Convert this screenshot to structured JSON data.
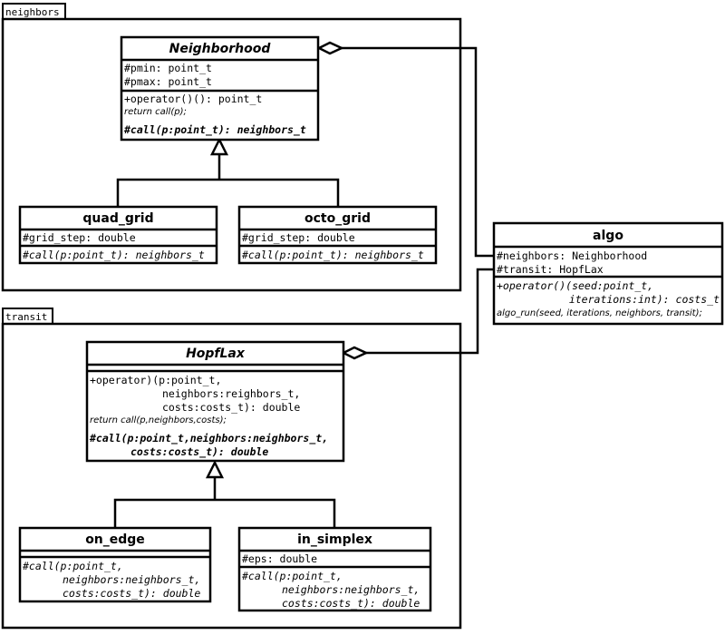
{
  "packages": {
    "neighbors": {
      "label": "neighbors"
    },
    "transit": {
      "label": "transit"
    }
  },
  "classes": {
    "neighborhood": {
      "name": "Neighborhood",
      "attributes": [
        "#pmin: point_t",
        "#pmax: point_t"
      ],
      "op1": "+operator()(): point_t",
      "op1_body": "return call(p);",
      "op2": "#call(p:point_t): neighbors_t"
    },
    "quad_grid": {
      "name": "quad_grid",
      "attribute": "#grid_step: double",
      "op": "#call(p:point_t): neighbors_t"
    },
    "octo_grid": {
      "name": "octo_grid",
      "attribute": "#grid_step: double",
      "op": "#call(p:point_t): neighbors_t"
    },
    "algo": {
      "name": "algo",
      "attributes": [
        "#neighbors: Neighborhood",
        "#transit: HopfLax"
      ],
      "op_lines": [
        "+operator()(seed:point_t,",
        "iterations:int): costs_t"
      ],
      "op_body": "algo_run(seed, iterations, neighbors, transit);"
    },
    "hopflax": {
      "name": "HopfLax",
      "op1_lines": [
        "+operator)(p:point_t,",
        "neighbors:reighbors_t,",
        "costs:costs_t): double"
      ],
      "op1_body": "return call(p,neighbors,costs);",
      "op2_lines": [
        "#call(p:point_t,neighbors:neighbors_t,",
        "costs:costs_t): double"
      ]
    },
    "on_edge": {
      "name": "on_edge",
      "op_lines": [
        "#call(p:point_t,",
        "neighbors:neighbors_t,",
        "costs:costs_t): double"
      ]
    },
    "in_simplex": {
      "name": "in_simplex",
      "attribute": "#eps: double",
      "op_lines": [
        "#call(p:point_t,",
        "neighbors:neighbors_t,",
        "costs:costs_t): double"
      ]
    }
  }
}
